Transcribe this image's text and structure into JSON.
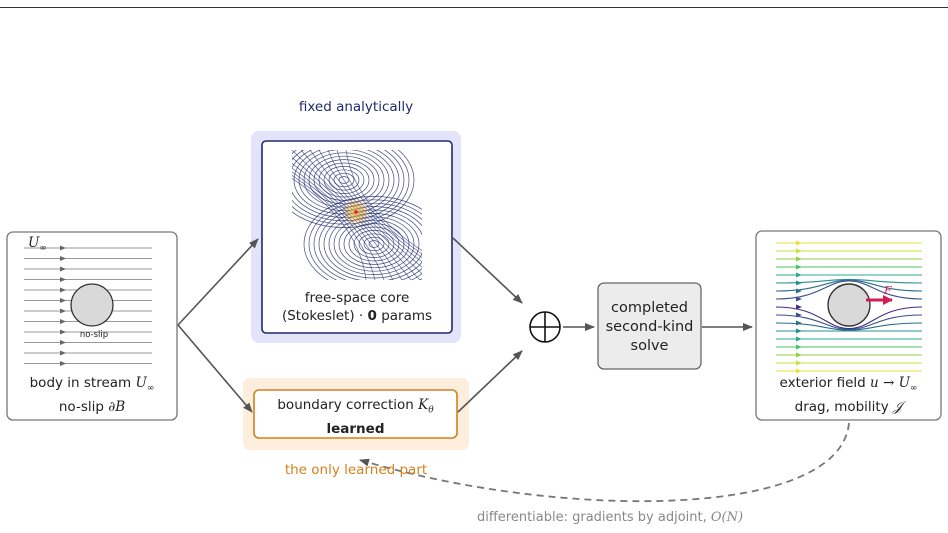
{
  "input": {
    "stream_label": "U",
    "stream_sub": "∞",
    "noslip_tag": "no-slip",
    "caption_line1_text": "body in stream ",
    "caption_line1_math": "U",
    "caption_line1_sub": "∞",
    "caption_line2_text": "no-slip ",
    "caption_line2_math": "∂B"
  },
  "core": {
    "header": "fixed analytically",
    "caption_line1": "free-space core",
    "caption_line2_pre": "(Stokeslet) · ",
    "caption_line2_bold": "0",
    "caption_line2_post": " params"
  },
  "correction": {
    "line1_text": "boundary correction ",
    "line1_math": "K",
    "line1_sub": "θ",
    "line2": "learned",
    "footer": "the only learned part"
  },
  "combine": {
    "symbol": "⊕"
  },
  "solve": {
    "line1": "completed",
    "line2": "second-kind",
    "line3": "solve"
  },
  "output": {
    "force_label": "F",
    "caption_line1_text": "exterior field ",
    "caption_line1_math": "u → U",
    "caption_line1_sub": "∞",
    "caption_line2_text": "drag, mobility ",
    "caption_line2_math": "𝒥"
  },
  "feedback": {
    "text": "differentiable: gradients by adjoint, ",
    "math": "O(N)"
  },
  "colors": {
    "core_navy": "#1f2a6e",
    "core_bg": "#e3e4fa",
    "learned_orange": "#d2811e",
    "learned_bg": "#fdeedd",
    "arrow": "#555555",
    "sphere_fill": "#d9d9d9",
    "force_arrow": "#d01e54"
  }
}
